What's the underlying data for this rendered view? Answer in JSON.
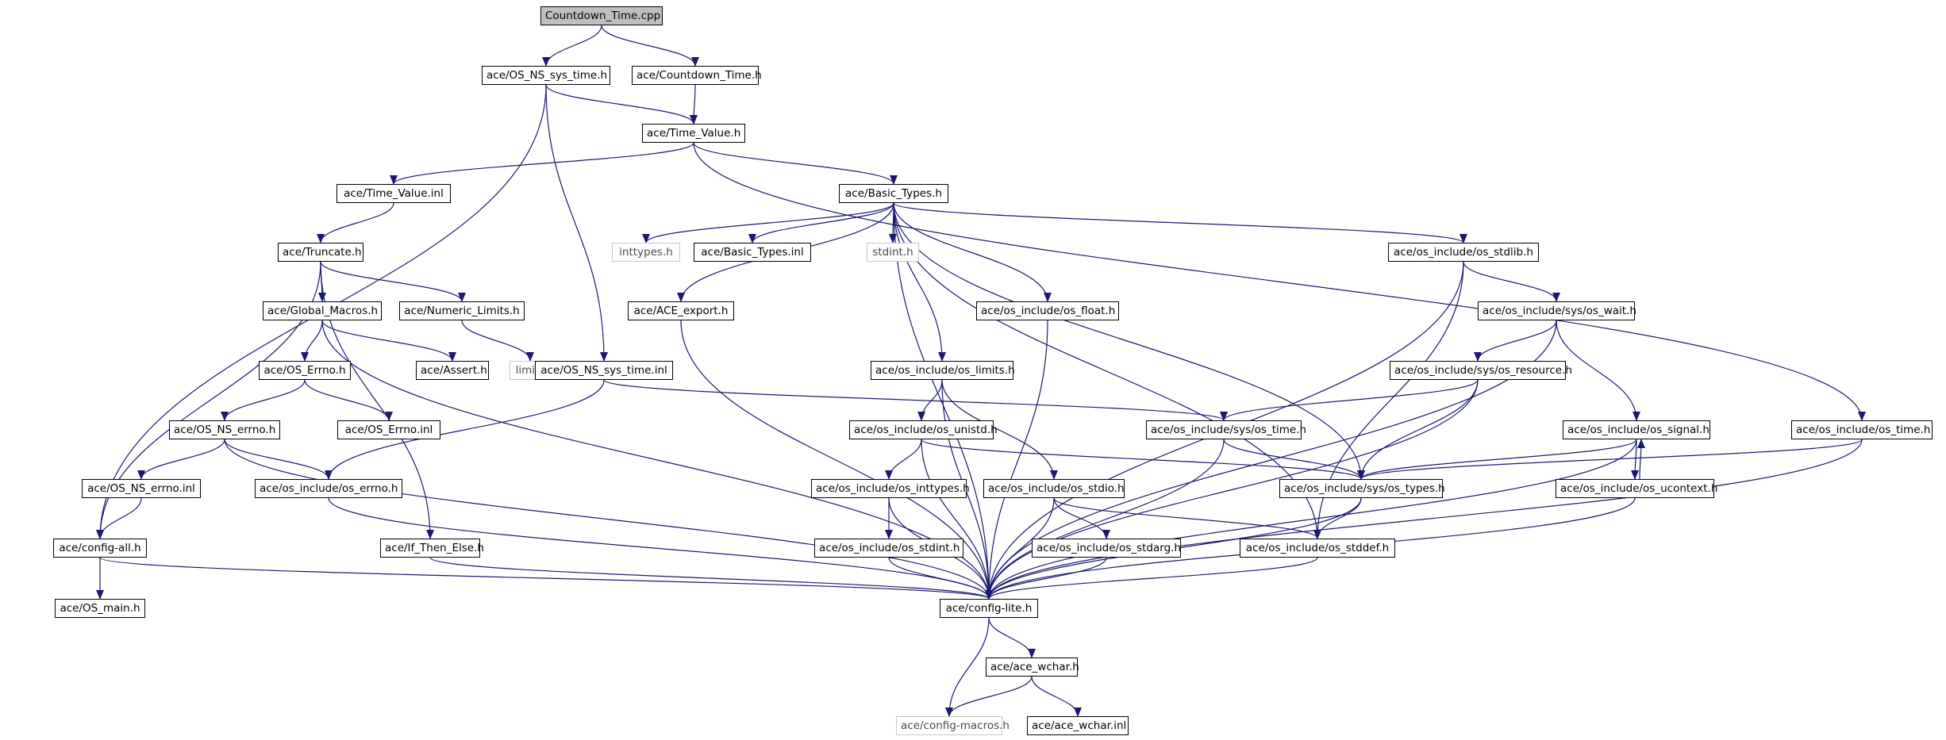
{
  "graph": {
    "title": "",
    "edge_color": "#191970",
    "root_fill": "#bfbfbf",
    "nodes": [
      {
        "id": "root",
        "label": "Countdown_Time.cpp",
        "kind": "root"
      },
      {
        "id": "os_ns_sys_time_h",
        "label": "ace/OS_NS_sys_time.h",
        "kind": "file"
      },
      {
        "id": "countdown_time_h",
        "label": "ace/Countdown_Time.h",
        "kind": "file"
      },
      {
        "id": "time_value_h",
        "label": "ace/Time_Value.h",
        "kind": "file"
      },
      {
        "id": "time_value_inl",
        "label": "ace/Time_Value.inl",
        "kind": "file"
      },
      {
        "id": "basic_types_h",
        "label": "ace/Basic_Types.h",
        "kind": "file"
      },
      {
        "id": "truncate_h",
        "label": "ace/Truncate.h",
        "kind": "file"
      },
      {
        "id": "inttypes_h",
        "label": "inttypes.h",
        "kind": "external"
      },
      {
        "id": "basic_types_inl",
        "label": "ace/Basic_Types.inl",
        "kind": "file"
      },
      {
        "id": "stdint_h",
        "label": "stdint.h",
        "kind": "external"
      },
      {
        "id": "os_stdlib_h",
        "label": "ace/os_include/os_stdlib.h",
        "kind": "file"
      },
      {
        "id": "global_macros_h",
        "label": "ace/Global_Macros.h",
        "kind": "file"
      },
      {
        "id": "numeric_limits_h",
        "label": "ace/Numeric_Limits.h",
        "kind": "file"
      },
      {
        "id": "ace_export_h",
        "label": "ace/ACE_export.h",
        "kind": "file"
      },
      {
        "id": "os_float_h",
        "label": "ace/os_include/os_float.h",
        "kind": "file"
      },
      {
        "id": "os_wait_h",
        "label": "ace/os_include/sys/os_wait.h",
        "kind": "file"
      },
      {
        "id": "os_errno_h_cap",
        "label": "ace/OS_Errno.h",
        "kind": "file"
      },
      {
        "id": "assert_h",
        "label": "ace/Assert.h",
        "kind": "file"
      },
      {
        "id": "limits",
        "label": "limits",
        "kind": "external"
      },
      {
        "id": "os_ns_sys_time_inl",
        "label": "ace/OS_NS_sys_time.inl",
        "kind": "file"
      },
      {
        "id": "os_limits_h",
        "label": "ace/os_include/os_limits.h",
        "kind": "file"
      },
      {
        "id": "os_resource_h",
        "label": "ace/os_include/sys/os_resource.h",
        "kind": "file"
      },
      {
        "id": "os_ns_errno_h",
        "label": "ace/OS_NS_errno.h",
        "kind": "file"
      },
      {
        "id": "os_errno_inl_cap",
        "label": "ace/OS_Errno.inl",
        "kind": "file"
      },
      {
        "id": "os_unistd_h",
        "label": "ace/os_include/os_unistd.h",
        "kind": "file"
      },
      {
        "id": "sys_os_time_h",
        "label": "ace/os_include/sys/os_time.h",
        "kind": "file"
      },
      {
        "id": "os_signal_h",
        "label": "ace/os_include/os_signal.h",
        "kind": "file"
      },
      {
        "id": "os_time_h",
        "label": "ace/os_include/os_time.h",
        "kind": "file"
      },
      {
        "id": "os_ns_errno_inl",
        "label": "ace/OS_NS_errno.inl",
        "kind": "file"
      },
      {
        "id": "os_include_errno_h",
        "label": "ace/os_include/os_errno.h",
        "kind": "file"
      },
      {
        "id": "os_inttypes_h",
        "label": "ace/os_include/os_inttypes.h",
        "kind": "file"
      },
      {
        "id": "os_stdio_h",
        "label": "ace/os_include/os_stdio.h",
        "kind": "file"
      },
      {
        "id": "sys_os_types_h",
        "label": "ace/os_include/sys/os_types.h",
        "kind": "file"
      },
      {
        "id": "os_ucontext_h",
        "label": "ace/os_include/os_ucontext.h",
        "kind": "file"
      },
      {
        "id": "config_all_h",
        "label": "ace/config-all.h",
        "kind": "file"
      },
      {
        "id": "if_then_else_h",
        "label": "ace/If_Then_Else.h",
        "kind": "file"
      },
      {
        "id": "os_stdint_h",
        "label": "ace/os_include/os_stdint.h",
        "kind": "file"
      },
      {
        "id": "os_stdarg_h",
        "label": "ace/os_include/os_stdarg.h",
        "kind": "file"
      },
      {
        "id": "os_stddef_h",
        "label": "ace/os_include/os_stddef.h",
        "kind": "file"
      },
      {
        "id": "os_main_h",
        "label": "ace/OS_main.h",
        "kind": "file"
      },
      {
        "id": "config_lite_h",
        "label": "ace/config-lite.h",
        "kind": "file"
      },
      {
        "id": "ace_wchar_h",
        "label": "ace/ace_wchar.h",
        "kind": "file"
      },
      {
        "id": "config_macros_h",
        "label": "ace/config-macros.h",
        "kind": "external"
      },
      {
        "id": "ace_wchar_inl",
        "label": "ace/ace_wchar.inl",
        "kind": "file"
      }
    ],
    "edges": [
      [
        "root",
        "os_ns_sys_time_h"
      ],
      [
        "root",
        "countdown_time_h"
      ],
      [
        "os_ns_sys_time_h",
        "time_value_h"
      ],
      [
        "os_ns_sys_time_h",
        "config_all_h"
      ],
      [
        "os_ns_sys_time_h",
        "os_ns_sys_time_inl"
      ],
      [
        "countdown_time_h",
        "time_value_h"
      ],
      [
        "time_value_h",
        "time_value_inl"
      ],
      [
        "time_value_h",
        "basic_types_h"
      ],
      [
        "time_value_h",
        "os_time_h"
      ],
      [
        "time_value_inl",
        "truncate_h"
      ],
      [
        "basic_types_h",
        "inttypes_h"
      ],
      [
        "basic_types_h",
        "basic_types_inl"
      ],
      [
        "basic_types_h",
        "stdint_h"
      ],
      [
        "basic_types_h",
        "os_stdlib_h"
      ],
      [
        "basic_types_h",
        "ace_export_h"
      ],
      [
        "basic_types_h",
        "os_float_h"
      ],
      [
        "basic_types_h",
        "os_limits_h"
      ],
      [
        "basic_types_h",
        "sys_os_types_h"
      ],
      [
        "basic_types_h",
        "os_stddef_h"
      ],
      [
        "basic_types_h",
        "config_lite_h"
      ],
      [
        "truncate_h",
        "global_macros_h"
      ],
      [
        "truncate_h",
        "numeric_limits_h"
      ],
      [
        "truncate_h",
        "config_all_h"
      ],
      [
        "truncate_h",
        "if_then_else_h"
      ],
      [
        "global_macros_h",
        "os_errno_h_cap"
      ],
      [
        "global_macros_h",
        "assert_h"
      ],
      [
        "global_macros_h",
        "config_lite_h"
      ],
      [
        "numeric_limits_h",
        "limits"
      ],
      [
        "ace_export_h",
        "config_lite_h"
      ],
      [
        "os_float_h",
        "config_lite_h"
      ],
      [
        "os_stdlib_h",
        "os_wait_h"
      ],
      [
        "os_stdlib_h",
        "os_stddef_h"
      ],
      [
        "os_stdlib_h",
        "config_lite_h"
      ],
      [
        "os_wait_h",
        "os_resource_h"
      ],
      [
        "os_wait_h",
        "os_signal_h"
      ],
      [
        "os_wait_h",
        "config_lite_h"
      ],
      [
        "os_errno_h_cap",
        "os_ns_errno_h"
      ],
      [
        "os_errno_h_cap",
        "os_errno_inl_cap"
      ],
      [
        "os_ns_sys_time_inl",
        "sys_os_time_h"
      ],
      [
        "os_ns_sys_time_inl",
        "os_include_errno_h"
      ],
      [
        "os_limits_h",
        "os_unistd_h"
      ],
      [
        "os_limits_h",
        "os_stdio_h"
      ],
      [
        "os_limits_h",
        "config_lite_h"
      ],
      [
        "os_resource_h",
        "sys_os_time_h"
      ],
      [
        "os_resource_h",
        "sys_os_types_h"
      ],
      [
        "os_resource_h",
        "config_lite_h"
      ],
      [
        "os_ns_errno_h",
        "os_ns_errno_inl"
      ],
      [
        "os_ns_errno_h",
        "os_include_errno_h"
      ],
      [
        "os_ns_errno_h",
        "config_lite_h"
      ],
      [
        "os_unistd_h",
        "os_inttypes_h"
      ],
      [
        "os_unistd_h",
        "sys_os_types_h"
      ],
      [
        "os_unistd_h",
        "config_lite_h"
      ],
      [
        "sys_os_time_h",
        "sys_os_types_h"
      ],
      [
        "sys_os_time_h",
        "config_lite_h"
      ],
      [
        "os_signal_h",
        "sys_os_types_h"
      ],
      [
        "os_signal_h",
        "os_ucontext_h"
      ],
      [
        "os_signal_h",
        "config_lite_h"
      ],
      [
        "os_ucontext_h",
        "os_signal_h"
      ],
      [
        "os_ucontext_h",
        "config_lite_h"
      ],
      [
        "os_time_h",
        "sys_os_types_h"
      ],
      [
        "os_time_h",
        "config_lite_h"
      ],
      [
        "os_ns_errno_inl",
        "config_all_h"
      ],
      [
        "os_include_errno_h",
        "config_lite_h"
      ],
      [
        "os_inttypes_h",
        "os_stdint_h"
      ],
      [
        "os_inttypes_h",
        "config_lite_h"
      ],
      [
        "os_stdio_h",
        "os_stdarg_h"
      ],
      [
        "os_stdio_h",
        "os_stddef_h"
      ],
      [
        "os_stdio_h",
        "config_lite_h"
      ],
      [
        "sys_os_types_h",
        "os_stddef_h"
      ],
      [
        "sys_os_types_h",
        "config_lite_h"
      ],
      [
        "config_all_h",
        "os_main_h"
      ],
      [
        "config_all_h",
        "config_lite_h"
      ],
      [
        "if_then_else_h",
        "config_lite_h"
      ],
      [
        "os_stdint_h",
        "config_lite_h"
      ],
      [
        "os_stdarg_h",
        "config_lite_h"
      ],
      [
        "os_stddef_h",
        "config_lite_h"
      ],
      [
        "config_lite_h",
        "ace_wchar_h"
      ],
      [
        "config_lite_h",
        "config_macros_h"
      ],
      [
        "ace_wchar_h",
        "ace_wchar_inl"
      ],
      [
        "ace_wchar_h",
        "config_macros_h"
      ]
    ]
  }
}
